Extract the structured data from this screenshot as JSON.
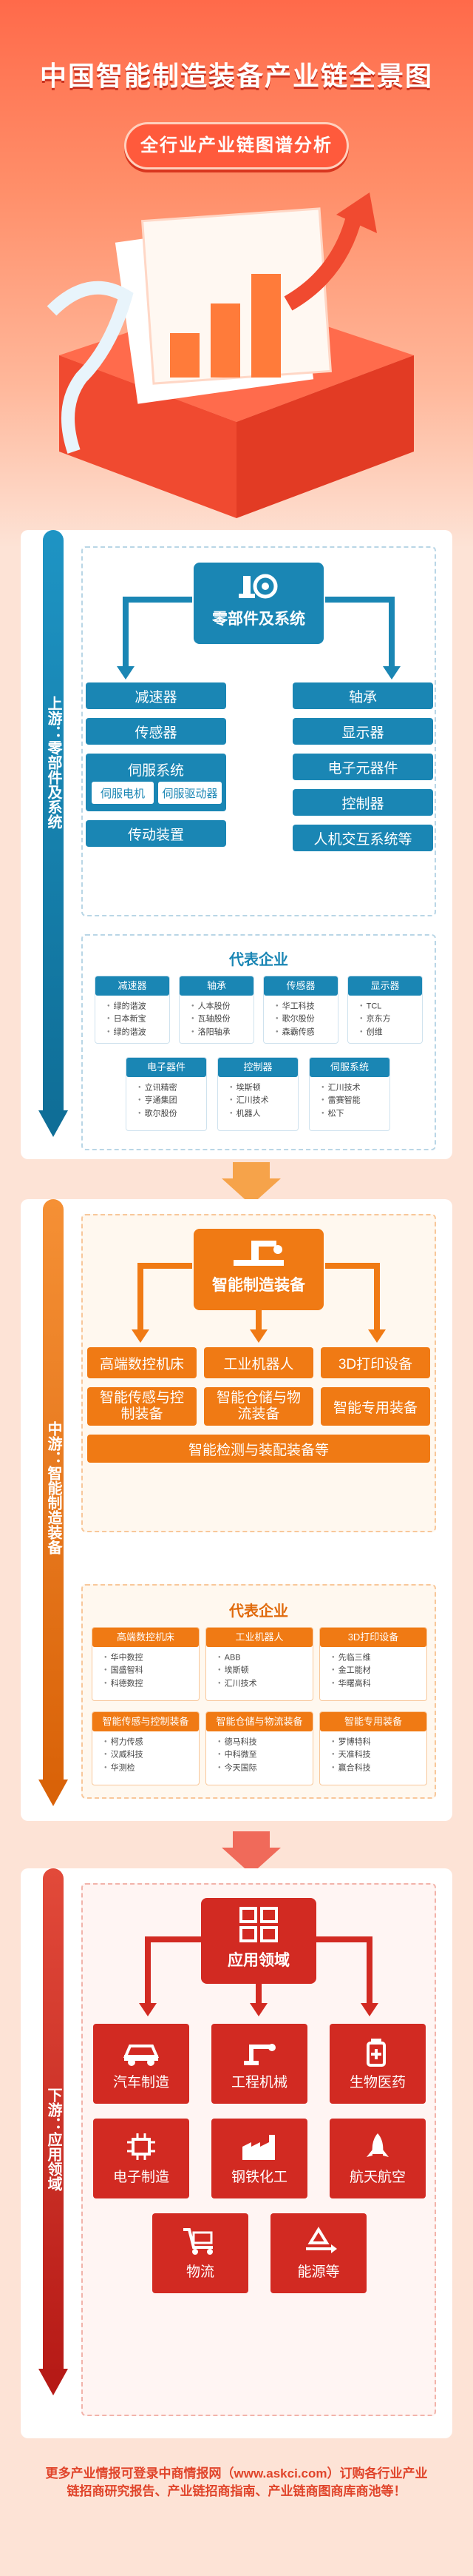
{
  "header": {
    "title": "中国智能制造装备产业链全景图",
    "subtitle": "全行业产业链图谱分析"
  },
  "upstream": {
    "stage_label": "上游：零部件及系统",
    "hub_label": "零部件及系统",
    "left": [
      "减速器",
      "传感器",
      "伺服系统"
    ],
    "servo_subs": [
      "伺服电机",
      "伺服驱动器"
    ],
    "transmission": "传动装置",
    "right": [
      "轴承",
      "显示器",
      "电子元器件",
      "控制器",
      "人机交互系统等"
    ],
    "rep_title": "代表企业",
    "cards_row1": [
      {
        "title": "减速器",
        "items": [
          "绿的谐波",
          "日本新宝",
          "绿的谐波"
        ]
      },
      {
        "title": "轴承",
        "items": [
          "人本股份",
          "瓦轴股份",
          "洛阳轴承"
        ]
      },
      {
        "title": "传感器",
        "items": [
          "华工科技",
          "歌尔股份",
          "森霸传感"
        ]
      },
      {
        "title": "显示器",
        "items": [
          "TCL",
          "京东方",
          "创维"
        ]
      }
    ],
    "cards_row2": [
      {
        "title": "电子器件",
        "items": [
          "立讯精密",
          "亨通集团",
          "歌尔股份"
        ]
      },
      {
        "title": "控制器",
        "items": [
          "埃斯顿",
          "汇川技术",
          "机器人"
        ]
      },
      {
        "title": "伺服系统",
        "items": [
          "汇川技术",
          "雷赛智能",
          "松下"
        ]
      }
    ]
  },
  "midstream": {
    "stage_label": "中游：智能制造装备",
    "hub_label": "智能制造装备",
    "row1": [
      "高端数控机床",
      "工业机器人",
      "3D打印设备"
    ],
    "row2": [
      "智能传感与控制装备",
      "智能仓储与物流装备",
      "智能专用装备"
    ],
    "row3": "智能检测与装配装备等",
    "rep_title": "代表企业",
    "cards_row1": [
      {
        "title": "高端数控机床",
        "items": [
          "华中数控",
          "国盛智科",
          "科德数控"
        ]
      },
      {
        "title": "工业机器人",
        "items": [
          "ABB",
          "埃斯顿",
          "汇川技术"
        ]
      },
      {
        "title": "3D打印设备",
        "items": [
          "先临三维",
          "金工能材",
          "华曙高科"
        ]
      }
    ],
    "cards_row2": [
      {
        "title": "智能传感与控制装备",
        "items": [
          "柯力传感",
          "汉威科技",
          "华测检"
        ]
      },
      {
        "title": "智能仓储与物流装备",
        "items": [
          "德马科技",
          "中科微至",
          "今天国际"
        ]
      },
      {
        "title": "智能专用装备",
        "items": [
          "罗博特科",
          "天准科技",
          "赢合科技"
        ]
      }
    ]
  },
  "downstream": {
    "stage_label": "下游：应用领域",
    "hub_label": "应用领域",
    "row1": [
      {
        "label": "汽车制造",
        "icon": "car-icon"
      },
      {
        "label": "工程机械",
        "icon": "robot-arm-icon"
      },
      {
        "label": "生物医药",
        "icon": "medicine-icon"
      }
    ],
    "row2": [
      {
        "label": "电子制造",
        "icon": "circuit-icon"
      },
      {
        "label": "钢铁化工",
        "icon": "factory-icon"
      },
      {
        "label": "航天航空",
        "icon": "rocket-icon"
      }
    ],
    "row3": [
      {
        "label": "物流",
        "icon": "cart-icon"
      },
      {
        "label": "能源等",
        "icon": "recycle-icon"
      }
    ]
  },
  "footer": "更多产业情报可登录中商情报网（www.askci.com）订购各行业产业链招商研究报告、产业链招商指南、产业链商图商库商池等！",
  "colors": {
    "blue": "#1a86b4",
    "blue_dark": "#0f6e97",
    "orange": "#f07a14",
    "orange_dark": "#d96208",
    "red": "#d22a22",
    "red_dark": "#b61a16"
  }
}
